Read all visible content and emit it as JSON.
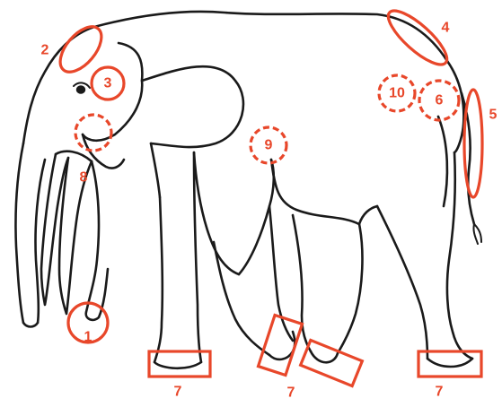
{
  "diagram": {
    "colors": {
      "outline": "#1a1a1a",
      "marker": "#e8472a"
    },
    "markers": [
      {
        "label": "1",
        "shape": "circle",
        "style": "solid"
      },
      {
        "label": "2",
        "shape": "ellipse",
        "style": "solid"
      },
      {
        "label": "3",
        "shape": "circle",
        "style": "solid"
      },
      {
        "label": "4",
        "shape": "ellipse",
        "style": "solid"
      },
      {
        "label": "5",
        "shape": "ellipse",
        "style": "solid"
      },
      {
        "label": "6",
        "shape": "circle",
        "style": "dashed"
      },
      {
        "label": "7",
        "shape": "rectangle",
        "style": "solid"
      },
      {
        "label": "7",
        "shape": "rectangle",
        "style": "solid"
      },
      {
        "label": "7",
        "shape": "rectangle",
        "style": "solid"
      },
      {
        "label": "7",
        "shape": "rectangle",
        "style": "solid"
      },
      {
        "label": "8",
        "shape": "circle",
        "style": "dashed"
      },
      {
        "label": "9",
        "shape": "circle",
        "style": "dashed"
      },
      {
        "label": "10",
        "shape": "circle",
        "style": "dashed"
      }
    ]
  }
}
